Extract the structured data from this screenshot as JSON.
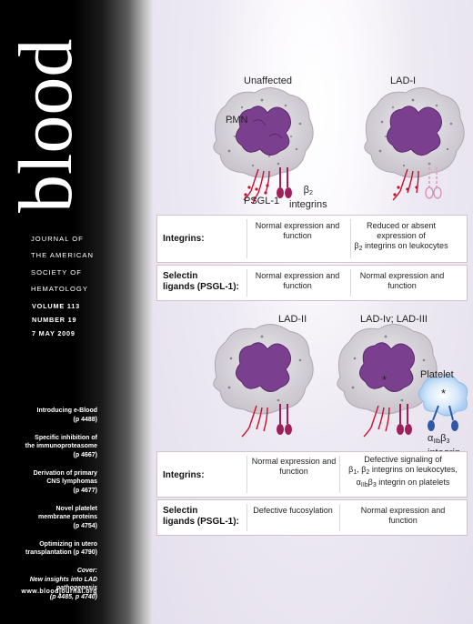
{
  "journal": {
    "title": "blood",
    "name_lines": "JOURNAL OF\nTHE AMERICAN\nSOCIETY OF\nHEMATOLOGY",
    "volume": "VOLUME 113",
    "number": "NUMBER 19",
    "date": "7 MAY 2009",
    "url": "www.bloodjournal.org"
  },
  "contents": [
    "Introducing e-Blood\n(p 4488)",
    "Specific inhibition of\nthe immunoproteasome\n(p 4667)",
    "Derivation of primary\nCNS lymphomas\n(p 4677)",
    "Novel platelet\nmembrane proteins\n(p 4754)",
    "Optimizing in utero\ntransplantation (p 4790)",
    "Cover:\nNew insights into LAD\npathogenesis\n(p 4485, p 4740)"
  ],
  "top": {
    "col1_title": "Unaffected",
    "col2_title": "LAD-I",
    "pmn_label": "PMN",
    "psgl_label": "PSGL-1",
    "beta2_label": "β",
    "beta2_sub": "2",
    "integrins_label": "integrins",
    "integrins": {
      "label": "Integrins:",
      "col1": "Normal expression and function",
      "col2_a": "Reduced or absent",
      "col2_b": "expression of",
      "col2_c_pre": "β",
      "col2_c_sub": "2",
      "col2_c_post": " integrins on leukocytes"
    },
    "selectin": {
      "label_a": "Selectin",
      "label_b": "ligands (PSGL-1):",
      "col1": "Normal expression and function",
      "col2": "Normal expression and function"
    }
  },
  "bottom": {
    "col1_title": "LAD-II",
    "col2_title": "LAD-Iv; LAD-III",
    "platelet_label": "Platelet",
    "alpha_label": "α",
    "alpha_sub": "IIb",
    "beta3_label": "β",
    "beta3_sub": "3",
    "integrin_label": "integrin",
    "star_mark": "*",
    "integrins": {
      "label": "Integrins:",
      "col1": "Normal expression and function",
      "col2_a": "Defective signaling of",
      "col2_b_pre": "β",
      "col2_b_sub1": "1",
      "col2_b_mid": ", β",
      "col2_b_sub2": "2",
      "col2_b_post": " integrins on leukocytes,",
      "col2_c_pre": "α",
      "col2_c_sub1": "IIb",
      "col2_c_mid": "β",
      "col2_c_sub2": "3",
      "col2_c_post": " integrin on platelets"
    },
    "selectin": {
      "label_a": "Selectin",
      "label_b": "ligands (PSGL-1):",
      "col1": "Defective fucosylation",
      "col2": "Normal expression and function"
    }
  },
  "colors": {
    "nucleus": "#7a3f8e",
    "cell": "#e2dce6",
    "psgl": "#c8102e",
    "integrin": "#9e1f5c",
    "platelet": "#2f57a8",
    "box_border": "#d4c2cd"
  }
}
